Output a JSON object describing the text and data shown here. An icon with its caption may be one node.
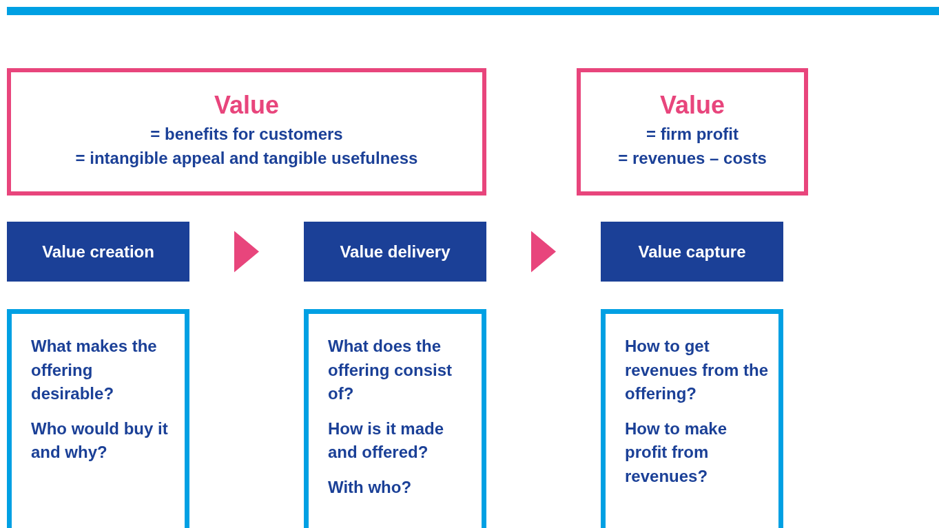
{
  "diagram": {
    "nodes": [
      {
        "text": [
          "Value",
          "= benefits for customers",
          "= intangible appeal and tangible usefulness"
        ]
      },
      {
        "text": [
          "Value",
          "= firm profit",
          "= revenues – costs"
        ]
      },
      {
        "text": [
          "Value creation"
        ]
      },
      {
        "text": [
          "Value delivery"
        ]
      },
      {
        "text": [
          "Value capture"
        ]
      },
      {
        "text": [
          "What makes the offering desirable?",
          "Who would buy it and why?"
        ]
      },
      {
        "text": [
          "What does the offering consist of?",
          "How is it made and offered?",
          "With who?"
        ]
      },
      {
        "text": [
          "How to get revenues from the offering?",
          "How to make profit from revenues?"
        ]
      }
    ],
    "edges": [
      {
        "from": 2,
        "to": 3,
        "arrow": "to"
      },
      {
        "from": 3,
        "to": 4,
        "arrow": "to"
      }
    ]
  }
}
